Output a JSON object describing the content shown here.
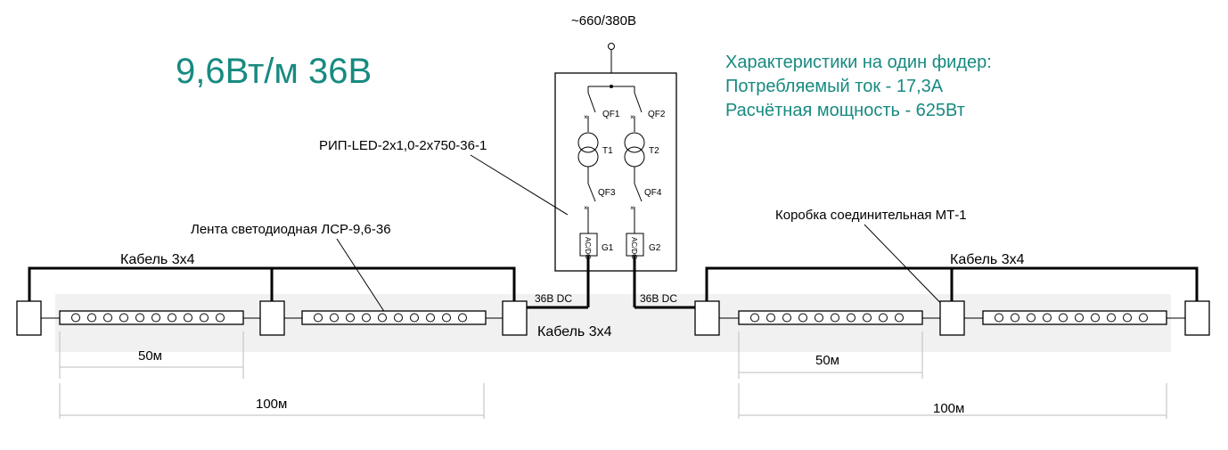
{
  "heading": "9,6Вт/м 36В",
  "supply": "~660/380В",
  "specs": {
    "line1": "Характеристики на один фидер:",
    "line2": "Потребляемый ток - 17,3А",
    "line3": "Расчётная мощность - 625Вт"
  },
  "labels": {
    "rip": "РИП-LED-2x1,0-2x750-36-1",
    "strip": "Лента светодиодная ЛСР-9,6-36",
    "junction": "Коробка соединительная МТ-1",
    "cable_left": "Кабель 3х4",
    "cable_right": "Кабель 3х4",
    "cable_center": "Кабель 3х4",
    "dc_left": "36В DC",
    "dc_right": "36В DC"
  },
  "cabinet": {
    "qf1": "QF1",
    "qf2": "QF2",
    "qf3": "QF3",
    "qf4": "QF4",
    "t1": "T1",
    "t2": "T2",
    "g1": "G1",
    "g2": "G2",
    "acdc": "AC/DC"
  },
  "dimensions": {
    "left_50": "50м",
    "left_100": "100м",
    "right_50": "50м",
    "right_100": "100м"
  }
}
